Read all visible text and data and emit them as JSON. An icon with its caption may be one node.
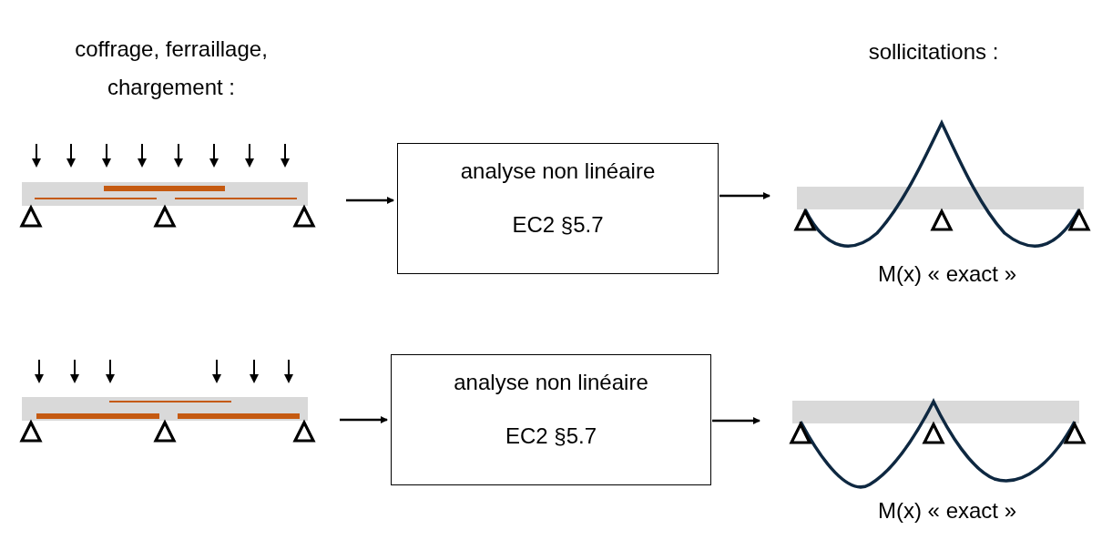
{
  "diagram": {
    "nodes": [
      {
        "text": [],
        "shape": "picture"
      },
      {
        "text": [
          "analyse non linéaire",
          "EC2 §5.7"
        ]
      },
      {
        "text": [],
        "shape": "picture",
        "beside": [
          "M(x) « exact »"
        ]
      },
      {
        "text": [],
        "shape": "picture"
      },
      {
        "text": [
          "analyse non linéaire",
          "EC2 §5.7"
        ]
      },
      {
        "text": [],
        "shape": "picture",
        "beside": [
          "M(x) « exact »"
        ]
      }
    ],
    "edges": [
      {
        "from": 0,
        "to": 1,
        "arrow": "to"
      },
      {
        "from": 1,
        "to": 2,
        "arrow": "to"
      },
      {
        "from": 3,
        "to": 4,
        "arrow": "to"
      },
      {
        "from": 4,
        "to": 5,
        "arrow": "to"
      }
    ],
    "labels": [
      "coffrage, ferraillage, chargement :",
      "sollicitations :"
    ]
  }
}
